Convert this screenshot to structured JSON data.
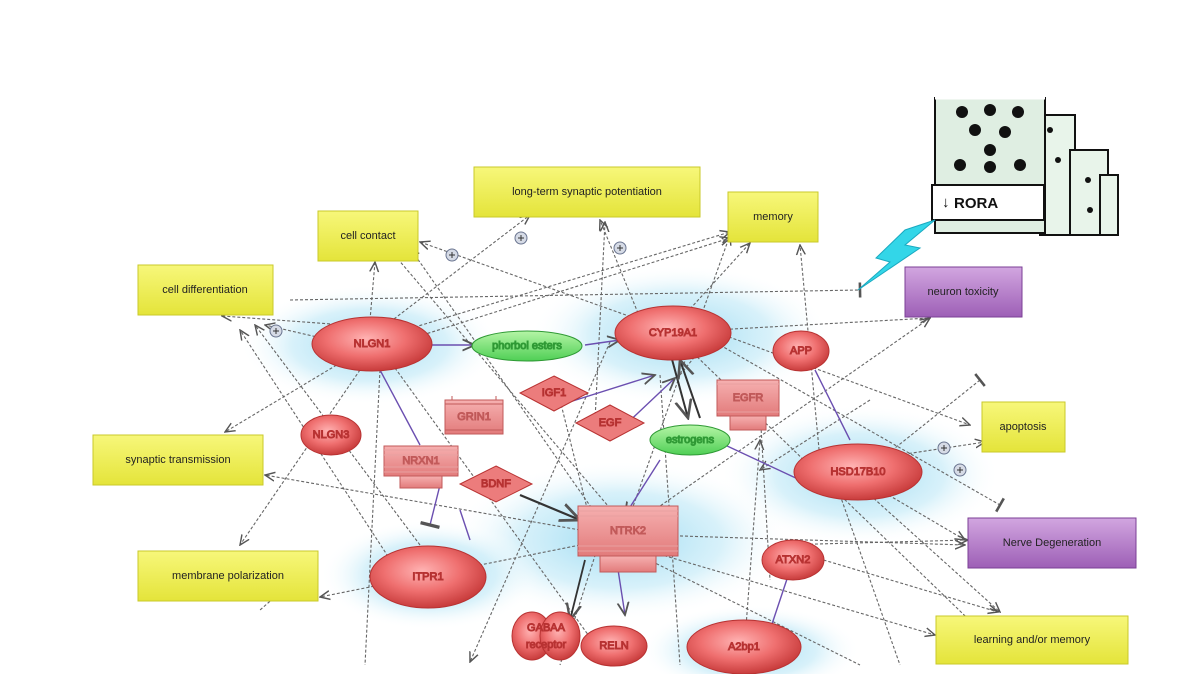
{
  "rora_label": "RORA",
  "rora_arrow": "↓",
  "processes": {
    "ltp": "long-term synaptic potentiation",
    "memory": "memory",
    "cell_contact": "cell contact",
    "cell_diff": "cell differentiation",
    "synaptic_transmission": "synaptic transmission",
    "membrane_polarization": "membrane polarization",
    "apoptosis": "apoptosis",
    "learning": "learning and/or memory"
  },
  "diseases": {
    "neuron_toxicity": "neuron toxicity",
    "nerve_degeneration": "Nerve Degeneration"
  },
  "genes": {
    "nlgn1": "NLGN1",
    "cyp19a1": "CYP19A1",
    "app": "APP",
    "nlgn3": "NLGN3",
    "hsd17b10": "HSD17B10",
    "itpr1": "ITPR1",
    "atxn2": "ATXN2",
    "a2bp1": "A2bp1",
    "reln": "RELN",
    "gabaa_line1": "GABAA",
    "gabaa_line2": "receptor"
  },
  "receptors": {
    "grin1": "GRIN1",
    "nrxn1": "NRXN1",
    "egfr": "EGFR",
    "ntrk2": "NTRK2"
  },
  "ligands": {
    "igf1": "IGF1",
    "egf": "EGF",
    "bdnf": "BDNF"
  },
  "chemicals": {
    "phorbol_esters": "phorbol esters",
    "estrogens": "estrogens"
  },
  "colors": {
    "process_fill": "#f0f04a",
    "disease_fill": "#b27ac8",
    "gene_fill": "#e05a5a",
    "chemical_fill": "#7ae07a",
    "glow": "#8fd6f0",
    "lightning": "#33d6e8"
  }
}
